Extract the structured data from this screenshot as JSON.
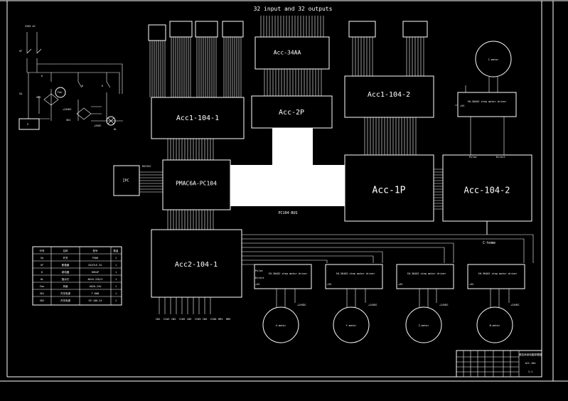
{
  "diagram": {
    "title": "32 input and 32 outputs",
    "bus_label": "PC104-BUS",
    "chome_label": "C-home",
    "blocks": {
      "acc1_104_1": "Acc1-104-1",
      "acc_34aa": "Acc-34AA",
      "acc_2p": "Acc-2P",
      "acc1_104_2": "Acc1-104-2",
      "pmac": "PMAC6A-PC104",
      "ipc": "IPC",
      "rs232": "RS232C",
      "acc_1p": "Acc-1P",
      "acc_104_2": "Acc-104-2",
      "acc2_104_1": "Acc2-104-1"
    },
    "c_driver": {
      "label": "SH-30402 step motor driver",
      "terminal": "+5V",
      "pin_a": "Pulse",
      "pin_b": "Direct"
    },
    "motors": {
      "c": "C-motor",
      "x": "X-motor",
      "y": "Y-motor",
      "z": "Z-motor",
      "b": "B-motor"
    },
    "drivers": {
      "label": "SH-30402 step motor driver",
      "pulse": "Pulse",
      "direct": "Direct",
      "plus5": "+5V",
      "plus24": "+24VDC"
    },
    "io_labels": [
      "CW1",
      "CCW1",
      "CW2",
      "CCW2",
      "CW3",
      "CCW3",
      "CW4",
      "CCW4",
      "HM1",
      "HM2"
    ],
    "power": {
      "ac_label": "220V AC",
      "dc24": "+24VDC",
      "dc5": "+5VDC",
      "labels": [
        "SF",
        "K",
        "VD2",
        "Fan",
        "K",
        "K",
        "VD1",
        "SA",
        "HL",
        "S"
      ]
    },
    "bom_table": {
      "headers": [
        "代号",
        "名称",
        "型号",
        "数量"
      ],
      "rows": [
        [
          "SA",
          "开关",
          "P300",
          "1"
        ],
        [
          "SF",
          "断路器",
          "DZ47LE-32",
          "1"
        ],
        [
          "K",
          "继电器",
          "HH54P",
          "1"
        ],
        [
          "HL",
          "指示灯",
          "AD16-22D/S",
          "1"
        ],
        [
          "Fan",
          "风扇",
          "4020-24V",
          "1"
        ],
        [
          "VD1",
          "开关电源",
          "T-60B",
          "1"
        ],
        [
          "VD2",
          "开关电源",
          "SP-100-24",
          "1"
        ]
      ]
    },
    "title_block": {
      "name": "数控系统电路原理图",
      "line2": "ACC-104",
      "line3": "1:1"
    }
  }
}
